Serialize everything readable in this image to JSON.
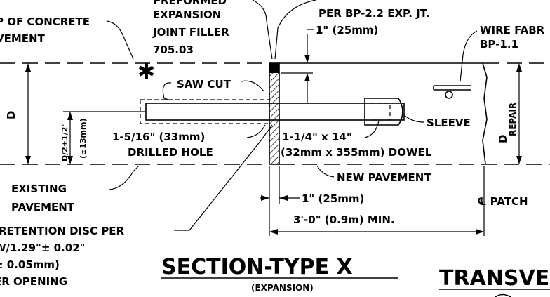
{
  "labels": {
    "top_concrete_1": "P OF CONCRETE",
    "top_concrete_2": "VEMENT",
    "filler_1": "PREFORMED",
    "filler_2": "EXPANSION",
    "filler_3": "JOINT FILLER",
    "filler_4": "705.03",
    "exp_joint": "PER BP-2.2 EXP. JT.",
    "one_inch_top": "1\" (25mm)",
    "wire_fabric_1": "WIRE FABR",
    "wire_fabric_2": "BP-1.1",
    "saw_cut": "SAW CUT",
    "star": "✱",
    "depth_d": "D",
    "depth_half": "D/2±1/2\"",
    "depth_half_mm": "(±13mm)",
    "drilled_1": "1-5/16\" (33mm)",
    "drilled_2": "DRILLED HOLE",
    "dowel_1": "1-1/4\" x 14\"",
    "dowel_2": "(32mm x 355mm) DOWEL",
    "sleeve": "SLEEVE",
    "d_repair": "D",
    "d_repair_sub": "REPAIR",
    "existing_1": "EXISTING",
    "existing_2": "PAVEMENT",
    "new_pavement": "NEW PAVEMENT",
    "one_inch_bottom": "1\" (25mm)",
    "patch": "℄ PATCH",
    "min_length": "3'-0\" (0.9m) MIN.",
    "retention_1": "RETENTION DISC PER",
    "retention_2": "W/1.29\"± 0.02\"",
    "retention_3": "± 0.05mm)",
    "retention_4": "ER OPENING",
    "title": "SECTION-TYPE X",
    "subtitle": "(EXPANSION)",
    "title_right": "TRANSVE"
  }
}
